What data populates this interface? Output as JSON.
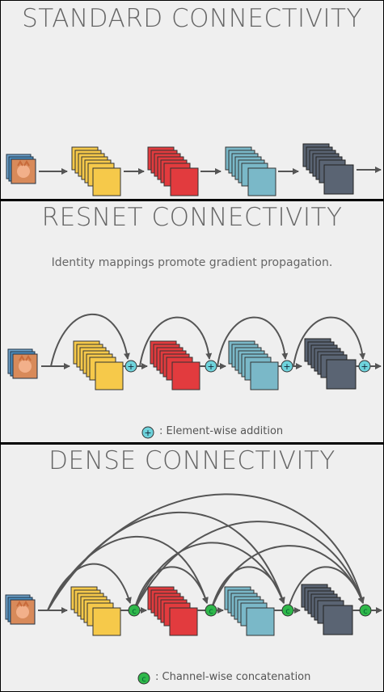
{
  "panels": {
    "standard": {
      "title": "STANDARD CONNECTIVITY"
    },
    "resnet": {
      "title": "RESNET CONNECTIVITY",
      "caption": "Identity mappings promote gradient propagation.",
      "legend": ": Element-wise addition",
      "op_symbol": "+"
    },
    "dense": {
      "title": "DENSE CONNECTIVITY",
      "legend": ": Channel-wise concatenation",
      "op_symbol": "c"
    }
  },
  "colors": {
    "background": "#efefef",
    "text": "#666666",
    "arrow": "#555555",
    "yellow": "#f6c94a",
    "red": "#e23b3e",
    "teal": "#7ab8c8",
    "slate": "#5a6473",
    "add_node": "#6ed3dc",
    "concat_node": "#2fb84a"
  },
  "icons": [
    "cat-image-icon",
    "plus-node-icon",
    "concat-node-icon",
    "arrow-icon"
  ]
}
